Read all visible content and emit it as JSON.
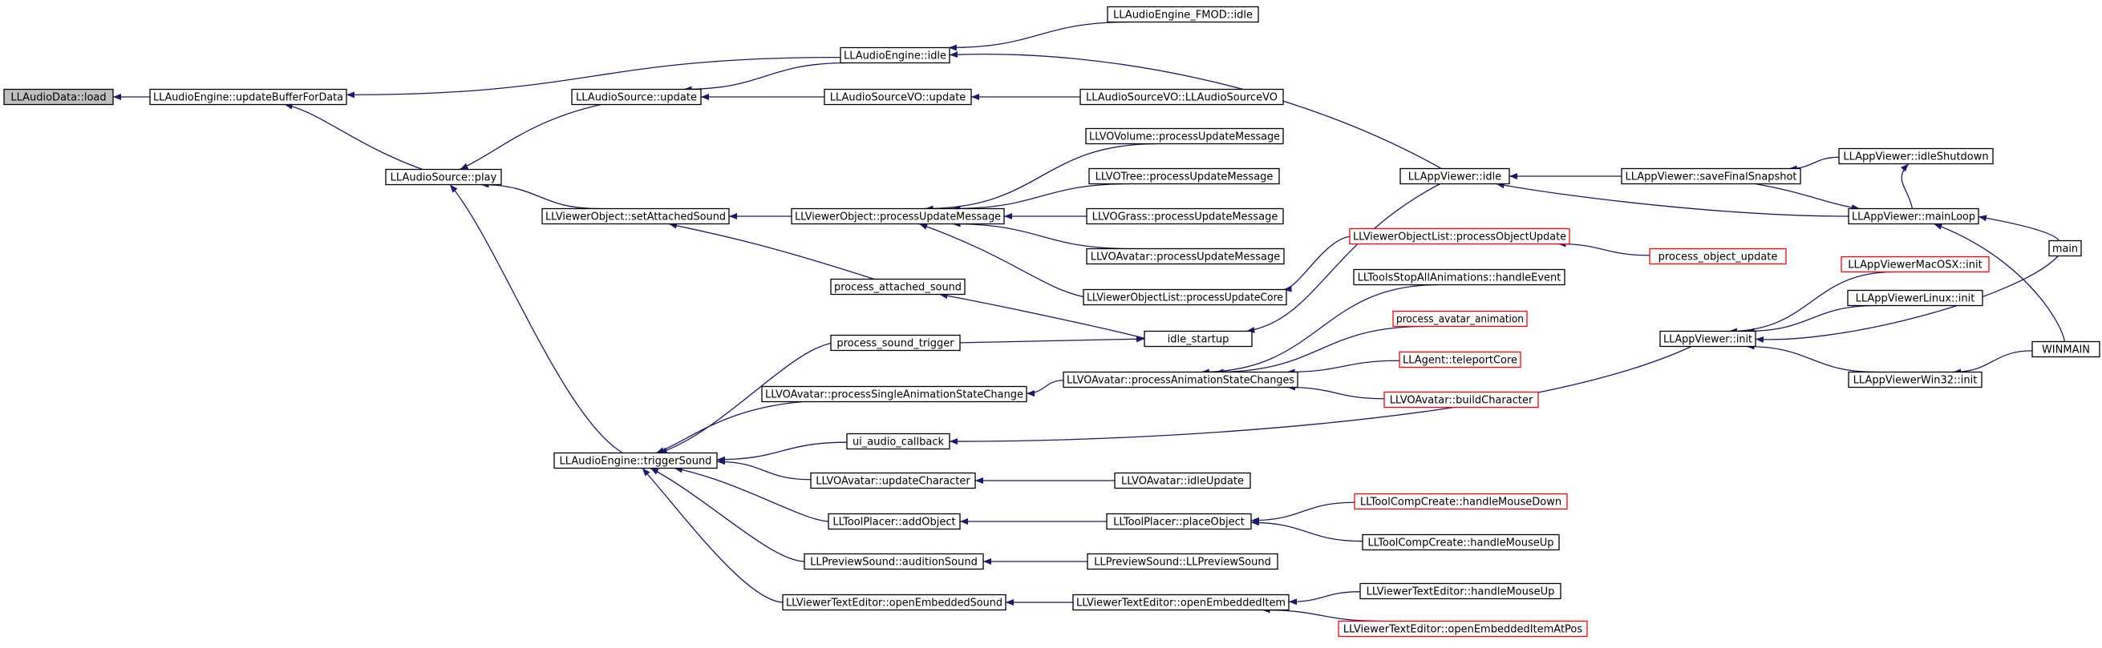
{
  "colors": {
    "edge": "#191970",
    "node_border": "#000000",
    "node_truncated_border": "#ff0000",
    "node_fill": "#ffffff",
    "root_fill": "#bfbfbf"
  },
  "nodes": [
    {
      "id": "n0",
      "label": "LLAudioData::load",
      "root": true
    },
    {
      "id": "n1",
      "label": "LLAudioEngine::updateBufferForData"
    },
    {
      "id": "n2",
      "label": "LLAudioEngine::idle"
    },
    {
      "id": "n3",
      "label": "LLAudioEngine_FMOD::idle"
    },
    {
      "id": "n4",
      "label": "LLAudioSource::update"
    },
    {
      "id": "n5",
      "label": "LLAudioSourceVO::update"
    },
    {
      "id": "n6",
      "label": "LLAudioSourceVO::LLAudioSourceVO"
    },
    {
      "id": "n7",
      "label": "LLAudioSource::play"
    },
    {
      "id": "n8",
      "label": "LLViewerObject::setAttachedSound"
    },
    {
      "id": "n9",
      "label": "LLViewerObject::processUpdateMessage"
    },
    {
      "id": "n10",
      "label": "LLVOVolume::processUpdateMessage"
    },
    {
      "id": "n11",
      "label": "LLVOTree::processUpdateMessage"
    },
    {
      "id": "n12",
      "label": "LLVOGrass::processUpdateMessage"
    },
    {
      "id": "n13",
      "label": "LLVOAvatar::processUpdateMessage"
    },
    {
      "id": "n14",
      "label": "LLViewerObjectList::processUpdateCore"
    },
    {
      "id": "n15",
      "label": "process_attached_sound"
    },
    {
      "id": "n16",
      "label": "idle_startup"
    },
    {
      "id": "n17",
      "label": "LLAppViewer::idle"
    },
    {
      "id": "n18",
      "label": "LLViewerObjectList::processObjectUpdate",
      "truncated": true
    },
    {
      "id": "n19",
      "label": "process_object_update",
      "truncated": true
    },
    {
      "id": "n20",
      "label": "LLAppViewer::saveFinalSnapshot"
    },
    {
      "id": "n21",
      "label": "LLAppViewer::idleShutdown"
    },
    {
      "id": "n22",
      "label": "LLAppViewer::mainLoop"
    },
    {
      "id": "n23",
      "label": "main"
    },
    {
      "id": "n24",
      "label": "WINMAIN"
    },
    {
      "id": "n25",
      "label": "LLToolsStopAllAnimations::handleEvent"
    },
    {
      "id": "n26",
      "label": "process_avatar_animation",
      "truncated": true
    },
    {
      "id": "n27",
      "label": "LLAgent::teleportCore",
      "truncated": true
    },
    {
      "id": "n28",
      "label": "LLVOAvatar::buildCharacter",
      "truncated": true
    },
    {
      "id": "n29",
      "label": "LLVOAvatar::processAnimationStateChanges"
    },
    {
      "id": "n30",
      "label": "LLVOAvatar::processSingleAnimationStateChange"
    },
    {
      "id": "n31",
      "label": "process_sound_trigger"
    },
    {
      "id": "n32",
      "label": "ui_audio_callback"
    },
    {
      "id": "n33",
      "label": "LLAudioEngine::triggerSound"
    },
    {
      "id": "n34",
      "label": "LLVOAvatar::updateCharacter"
    },
    {
      "id": "n35",
      "label": "LLVOAvatar::idleUpdate"
    },
    {
      "id": "n36",
      "label": "LLToolPlacer::addObject"
    },
    {
      "id": "n37",
      "label": "LLToolPlacer::placeObject"
    },
    {
      "id": "n38",
      "label": "LLToolCompCreate::handleMouseDown",
      "truncated": true
    },
    {
      "id": "n39",
      "label": "LLToolCompCreate::handleMouseUp"
    },
    {
      "id": "n40",
      "label": "LLPreviewSound::auditionSound"
    },
    {
      "id": "n41",
      "label": "LLPreviewSound::LLPreviewSound"
    },
    {
      "id": "n42",
      "label": "LLViewerTextEditor::openEmbeddedSound"
    },
    {
      "id": "n43",
      "label": "LLViewerTextEditor::openEmbeddedItem"
    },
    {
      "id": "n44",
      "label": "LLViewerTextEditor::handleMouseUp"
    },
    {
      "id": "n45",
      "label": "LLViewerTextEditor::openEmbeddedItemAtPos",
      "truncated": true
    },
    {
      "id": "n46",
      "label": "LLAppViewer::init"
    },
    {
      "id": "n47",
      "label": "LLAppViewerMacOSX::init",
      "truncated": true
    },
    {
      "id": "n48",
      "label": "LLAppViewerLinux::init"
    },
    {
      "id": "n49",
      "label": "LLAppViewerWin32::init"
    }
  ],
  "edges": [
    {
      "from": "n1",
      "to": "n0"
    },
    {
      "from": "n2",
      "to": "n1"
    },
    {
      "from": "n7",
      "to": "n1"
    },
    {
      "from": "n3",
      "to": "n2"
    },
    {
      "from": "n17",
      "to": "n2"
    },
    {
      "from": "n2",
      "to": "n4"
    },
    {
      "from": "n5",
      "to": "n4"
    },
    {
      "from": "n6",
      "to": "n5"
    },
    {
      "from": "n4",
      "to": "n7"
    },
    {
      "from": "n8",
      "to": "n7"
    },
    {
      "from": "n33",
      "to": "n7"
    },
    {
      "from": "n9",
      "to": "n8"
    },
    {
      "from": "n15",
      "to": "n8"
    },
    {
      "from": "n10",
      "to": "n9"
    },
    {
      "from": "n11",
      "to": "n9"
    },
    {
      "from": "n12",
      "to": "n9"
    },
    {
      "from": "n13",
      "to": "n9"
    },
    {
      "from": "n14",
      "to": "n9"
    },
    {
      "from": "n18",
      "to": "n14"
    },
    {
      "from": "n19",
      "to": "n18"
    },
    {
      "from": "n16",
      "to": "n15"
    },
    {
      "from": "n17",
      "to": "n16"
    },
    {
      "from": "n31",
      "to": "n16"
    },
    {
      "from": "n20",
      "to": "n17"
    },
    {
      "from": "n22",
      "to": "n17"
    },
    {
      "from": "n21",
      "to": "n20"
    },
    {
      "from": "n22",
      "to": "n21"
    },
    {
      "from": "n20",
      "to": "n22"
    },
    {
      "from": "n23",
      "to": "n22"
    },
    {
      "from": "n24",
      "to": "n22"
    },
    {
      "from": "n25",
      "to": "n29"
    },
    {
      "from": "n26",
      "to": "n29"
    },
    {
      "from": "n27",
      "to": "n29"
    },
    {
      "from": "n28",
      "to": "n29"
    },
    {
      "from": "n29",
      "to": "n30"
    },
    {
      "from": "n30",
      "to": "n33"
    },
    {
      "from": "n31",
      "to": "n33"
    },
    {
      "from": "n32",
      "to": "n33"
    },
    {
      "from": "n34",
      "to": "n33"
    },
    {
      "from": "n36",
      "to": "n33"
    },
    {
      "from": "n40",
      "to": "n33"
    },
    {
      "from": "n42",
      "to": "n33"
    },
    {
      "from": "n46",
      "to": "n32"
    },
    {
      "from": "n35",
      "to": "n34"
    },
    {
      "from": "n37",
      "to": "n36"
    },
    {
      "from": "n38",
      "to": "n37"
    },
    {
      "from": "n39",
      "to": "n37"
    },
    {
      "from": "n41",
      "to": "n40"
    },
    {
      "from": "n43",
      "to": "n42"
    },
    {
      "from": "n44",
      "to": "n43"
    },
    {
      "from": "n45",
      "to": "n43"
    },
    {
      "from": "n47",
      "to": "n46"
    },
    {
      "from": "n48",
      "to": "n46"
    },
    {
      "from": "n49",
      "to": "n46"
    },
    {
      "from": "n23",
      "to": "n46"
    },
    {
      "from": "n24",
      "to": "n49"
    }
  ]
}
